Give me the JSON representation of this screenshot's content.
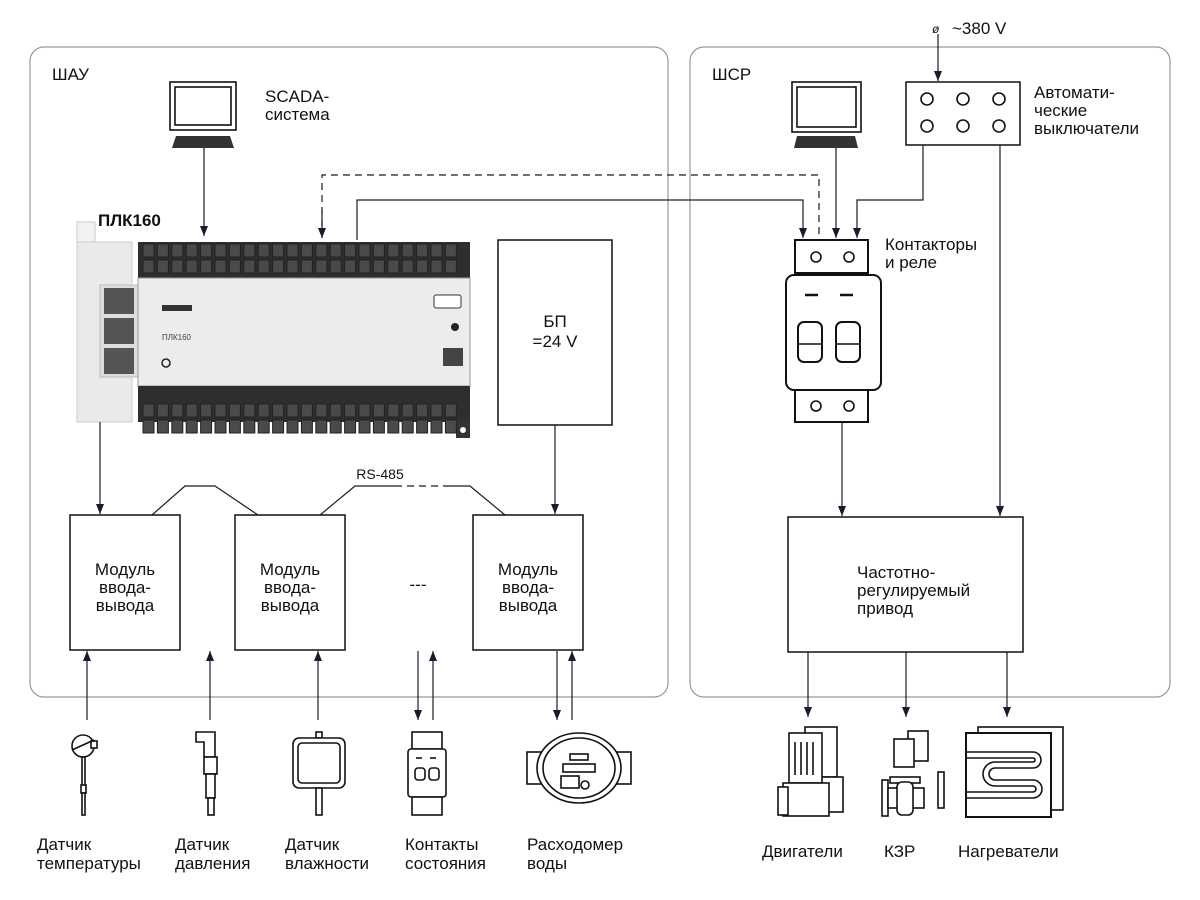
{
  "panels": {
    "left": {
      "title": "ШАУ"
    },
    "right": {
      "title": "ШСР"
    }
  },
  "scada": {
    "line1": "SCADA-",
    "line2": "система"
  },
  "plc": {
    "title": "ПЛК160",
    "body_label": "ПЛК160"
  },
  "power_supply": {
    "line1": "БП",
    "line2": "=24 V"
  },
  "bus_label": "RS-485",
  "ellipsis": "---",
  "io_modules": [
    {
      "line1": "Модуль",
      "line2": "ввода-",
      "line3": "вывода"
    },
    {
      "line1": "Модуль",
      "line2": "ввода-",
      "line3": "вывода"
    },
    {
      "line1": "Модуль",
      "line2": "ввода-",
      "line3": "вывода"
    }
  ],
  "supply": {
    "label": "~380 V",
    "symbol": "ø"
  },
  "breakers": {
    "line1": "Автомати-",
    "line2": "ческие",
    "line3": "выключатели"
  },
  "contactors": {
    "line1": "Контакторы",
    "line2": "и реле"
  },
  "vfd": {
    "line1": "Частотно-",
    "line2": "регулируемый",
    "line3": "привод"
  },
  "field_devices": [
    {
      "line1": "Датчик",
      "line2": "температуры",
      "icon": "thermocouple-icon"
    },
    {
      "line1": "Датчик",
      "line2": "давления",
      "icon": "pressure-sensor-icon"
    },
    {
      "line1": "Датчик",
      "line2": "влажности",
      "icon": "humidity-sensor-icon"
    },
    {
      "line1": "Контакты",
      "line2": "состояния",
      "icon": "contacts-icon"
    },
    {
      "line1": "Расходомер",
      "line2": "воды",
      "icon": "flowmeter-icon"
    }
  ],
  "actuators": [
    {
      "label": "Двигатели",
      "icon": "motor-pump-icon"
    },
    {
      "label": "КЗР",
      "icon": "valve-icon"
    },
    {
      "label": "Нагреватели",
      "icon": "heater-icon"
    }
  ]
}
